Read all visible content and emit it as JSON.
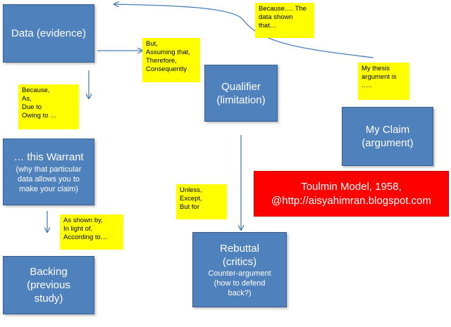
{
  "colors": {
    "box_fill": "#4f81bd",
    "box_border": "#385d8a",
    "note_fill": "#ffff00",
    "title_fill": "#ff0000",
    "arrow": "#4a7ebb"
  },
  "boxes": {
    "data": {
      "title": "Data (evidence)"
    },
    "qualifier": {
      "title": "Qualifier",
      "subtitle": "(limitation)"
    },
    "claim": {
      "title": "My Claim",
      "subtitle": "(argument)"
    },
    "warrant": {
      "title": "… this Warrant",
      "lines": [
        "(why that particular",
        "data allows you to",
        "make your claim)"
      ]
    },
    "backing": {
      "lines": [
        "Backing",
        "(previous",
        "study)"
      ]
    },
    "rebuttal": {
      "title": "Rebuttal",
      "subtitle": "(critics)",
      "lines": [
        "Counter-argument",
        "(how to defend",
        "back?)"
      ]
    }
  },
  "notes": {
    "because_data": [
      "Because…. The",
      "data shown",
      "that…"
    ],
    "but_assuming": [
      "But,",
      "Assuming that,",
      "Therefore,",
      "Consequently"
    ],
    "thesis": [
      "My thesis",
      "argument is",
      "….."
    ],
    "because_as": [
      "Because,",
      "As,",
      "Due to",
      "Owing to …"
    ],
    "unless": [
      "Unless,",
      "Except,",
      "But for"
    ],
    "as_shown": [
      "As shown by,",
      "In light of,",
      "According to…"
    ]
  },
  "title_box": {
    "line1": "Toulmin Model, 1958,",
    "line2": "@http://aisyahimran.blogspot.com"
  }
}
